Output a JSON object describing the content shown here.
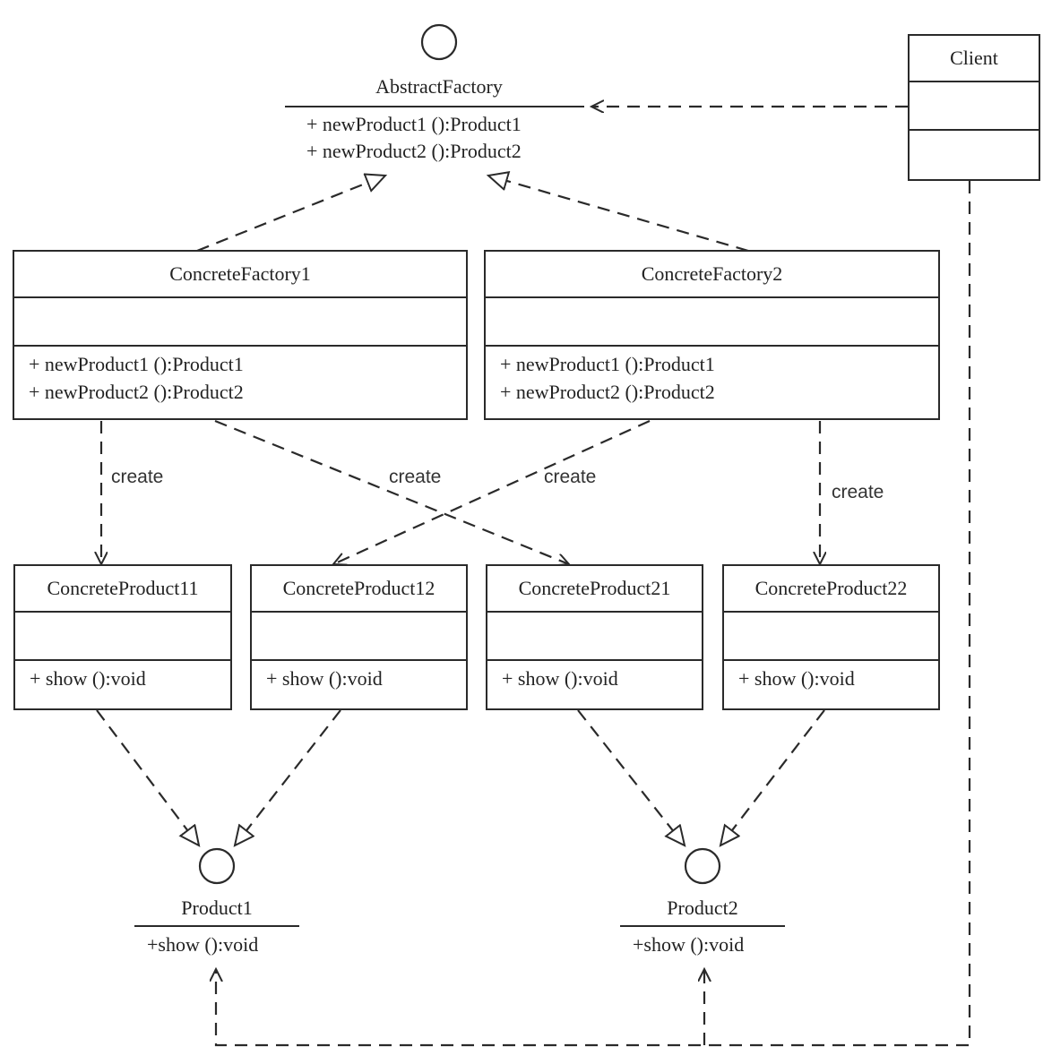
{
  "client": {
    "name": "Client"
  },
  "abstract_factory": {
    "name": "AbstractFactory",
    "operations": [
      "+ newProduct1 ():Product1",
      "+ newProduct2 ():Product2"
    ]
  },
  "concrete_factories": [
    {
      "name": "ConcreteFactory1",
      "operations": [
        "+ newProduct1 ():Product1",
        "+ newProduct2 ():Product2"
      ]
    },
    {
      "name": "ConcreteFactory2",
      "operations": [
        "+ newProduct1 ():Product1",
        "+ newProduct2 ():Product2"
      ]
    }
  ],
  "concrete_products": [
    {
      "name": "ConcreteProduct11",
      "operation": "+ show ():void"
    },
    {
      "name": "ConcreteProduct12",
      "operation": "+ show ():void"
    },
    {
      "name": "ConcreteProduct21",
      "operation": "+ show ():void"
    },
    {
      "name": "ConcreteProduct22",
      "operation": "+ show ():void"
    }
  ],
  "products": [
    {
      "name": "Product1",
      "operation": "+show ():void"
    },
    {
      "name": "Product2",
      "operation": "+show ():void"
    }
  ],
  "relation_label": "create"
}
